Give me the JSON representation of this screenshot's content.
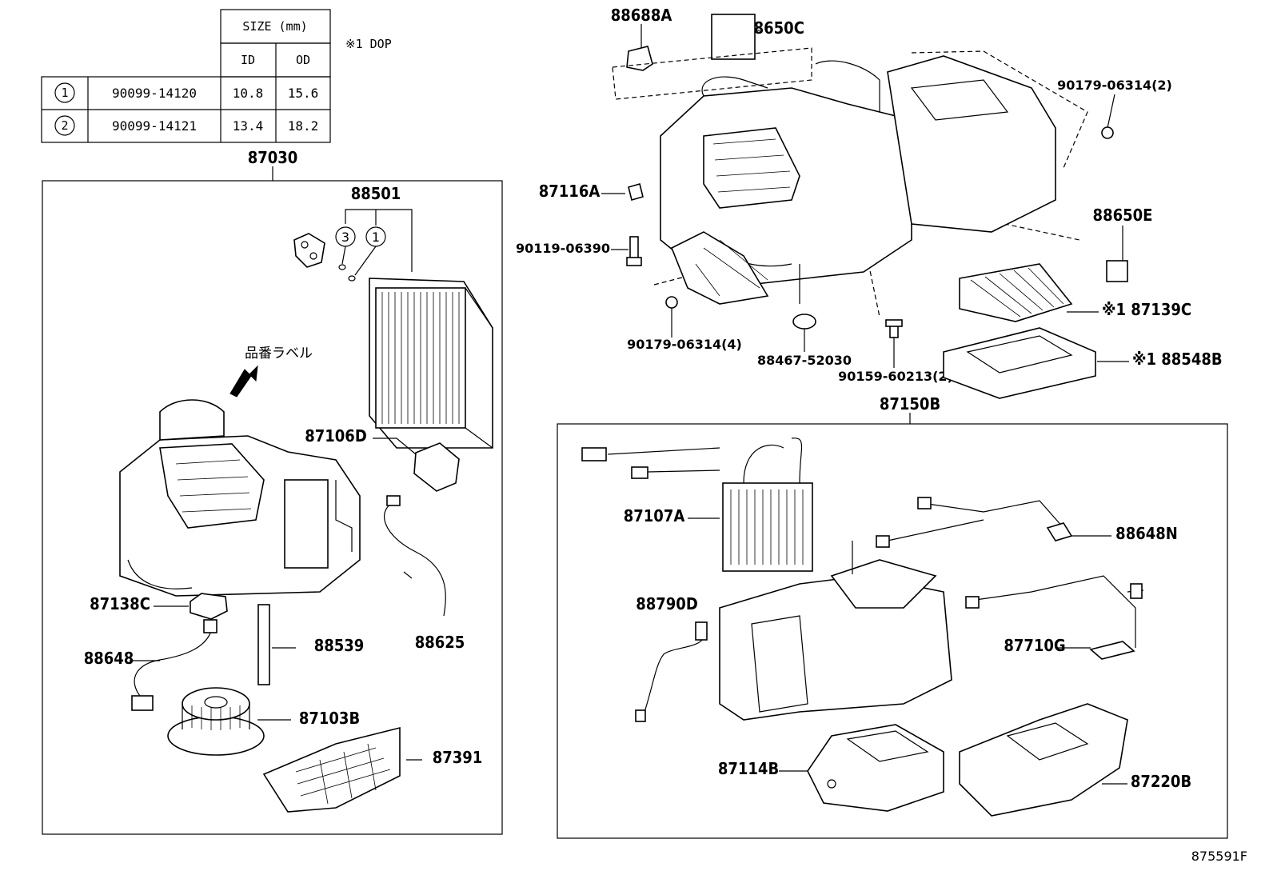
{
  "table": {
    "size_header": "SIZE (mm)",
    "col_id": "ID",
    "col_od": "OD",
    "note": "※1 DOP",
    "rows": [
      {
        "mark": "1",
        "part": "90099-14120",
        "id": "10.8",
        "od": "15.6"
      },
      {
        "mark": "2",
        "part": "90099-14121",
        "id": "13.4",
        "od": "18.2"
      }
    ]
  },
  "groups": {
    "left": "87030",
    "right": "87150B"
  },
  "label_text": "品番ラベル",
  "circle_marks": {
    "three": "3",
    "one": "1"
  },
  "parts": {
    "p88501": "88501",
    "p87106D": "87106D",
    "p87138C": "87138C",
    "p88648": "88648",
    "p88539": "88539",
    "p88625": "88625",
    "p87103B": "87103B",
    "p87391": "87391",
    "p88688A": "88688A",
    "p88650C": "88650C",
    "p90179_2": "90179-06314(2)",
    "p87116A": "87116A",
    "p90119": "90119-06390",
    "p88650E": "88650E",
    "p87139C": "※1 87139C",
    "p90179_4": "90179-06314(4)",
    "p88467": "88467-52030",
    "p90159": "90159-60213(2)",
    "p88548B": "※1 88548B",
    "p87107A": "87107A",
    "p88648N": "88648N",
    "p88790D": "88790D",
    "p87710G": "87710G",
    "p87114B": "87114B",
    "p87220B": "87220B"
  },
  "footer_code": "875591F"
}
